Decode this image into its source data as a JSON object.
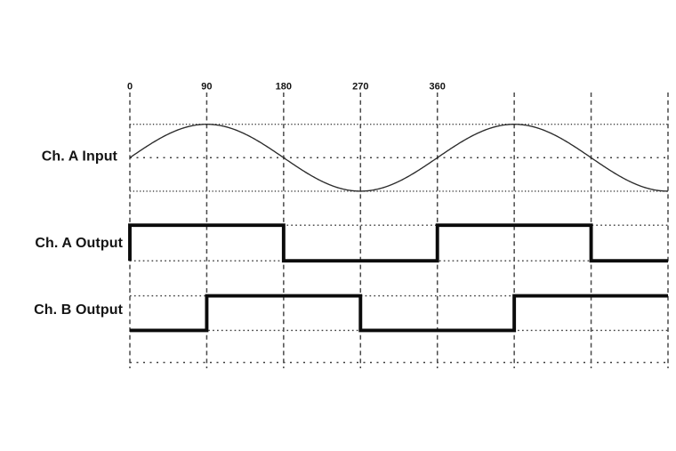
{
  "figure": {
    "background": "#ffffff",
    "line_color": "#0b0b0b",
    "grid_color": "#4a4a4a"
  },
  "chart_data": {
    "type": "line",
    "description_visible_text_only": true,
    "x_unit": "degrees",
    "x_range_deg": [
      0,
      630
    ],
    "x_axis": {
      "tick_labels": [
        "0",
        "90",
        "180",
        "270",
        "360"
      ],
      "tick_positions_deg": [
        0,
        90,
        180,
        270,
        360
      ],
      "unlabeled_gridlines_deg": [
        450,
        540,
        630
      ]
    },
    "grid": true,
    "grid_style": "vertical-dashed-every-90deg",
    "legend_position": "left-row-labels",
    "series": [
      {
        "name": "Ch. A Input",
        "kind": "sine",
        "amplitude": 1,
        "period_deg": 360,
        "range_deg": [
          0,
          630
        ],
        "key_points_deg": {
          "zero_rising": [
            0,
            360
          ],
          "peak": [
            90,
            450
          ],
          "zero_falling": [
            180,
            540
          ],
          "trough": [
            270,
            630
          ]
        }
      },
      {
        "name": "Ch. A Output",
        "kind": "square",
        "leading_edge": true,
        "end_deg": 630,
        "transitions": [
          {
            "deg": 0,
            "level": 1
          },
          {
            "deg": 180,
            "level": 0
          },
          {
            "deg": 360,
            "level": 1
          },
          {
            "deg": 540,
            "level": 0
          }
        ]
      },
      {
        "name": "Ch. B Output",
        "kind": "square",
        "leading_edge": false,
        "end_deg": 630,
        "transitions": [
          {
            "deg": 0,
            "level": 0
          },
          {
            "deg": 90,
            "level": 1
          },
          {
            "deg": 270,
            "level": 0
          },
          {
            "deg": 450,
            "level": 1
          }
        ]
      }
    ]
  }
}
